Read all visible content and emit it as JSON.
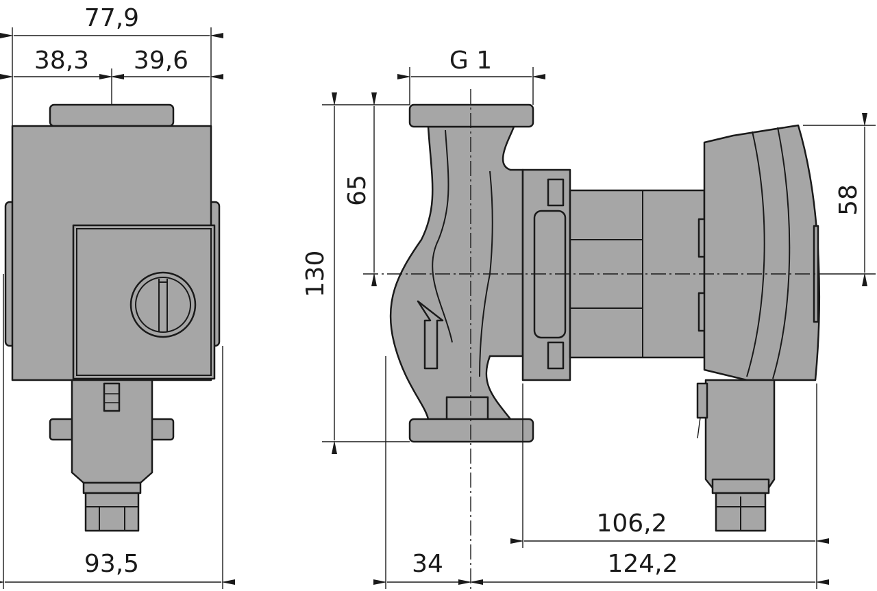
{
  "dimensions": {
    "total_width_top": "77,9",
    "left_half": "38,3",
    "right_half": "39,6",
    "total_width_bottom": "93,5",
    "thread": "G 1",
    "half_height": "65",
    "overall_height": "130",
    "motor_half_height": "58",
    "motor_length": "106,2",
    "inlet_offset": "34",
    "overall_length": "124,2"
  },
  "colors": {
    "fill": "#a6a6a6",
    "line": "#1a1a1a"
  }
}
